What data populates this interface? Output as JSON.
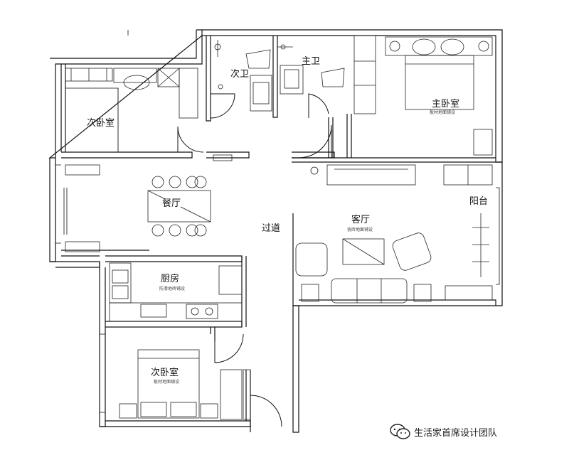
{
  "rooms": {
    "secondary_bedroom_1": "次卧室",
    "secondary_bath": "次卫",
    "master_bath": "主卫",
    "master_bedroom": "主卧室",
    "dining": "餐厅",
    "corridor": "过道",
    "living": "客厅",
    "balcony": "阳台",
    "kitchen": "厨房",
    "secondary_bedroom_2": "次卧室"
  },
  "notes": {
    "master_bedroom_note": "板材地面铺设",
    "kitchen_note": "防滑地砖铺设",
    "living_note": "瓷砖地面铺设",
    "bedroom2_note": "板材地面铺设"
  },
  "watermark": {
    "text": "生活家首席设计团队",
    "icon": "wechat-icon"
  }
}
